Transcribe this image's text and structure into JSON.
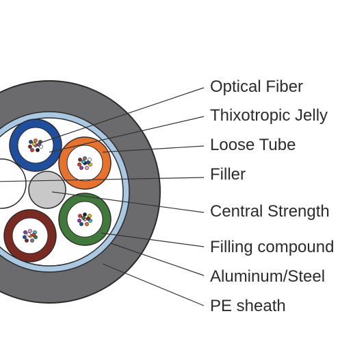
{
  "colors": {
    "sheath": "#6b6b6d",
    "steel_tape": "#a9c9e2",
    "core_bg": "#ffffff",
    "outline": "#2a2a2a",
    "tube_blue": "#1f4e9c",
    "tube_orange": "#e8712b",
    "tube_green": "#3f7a3a",
    "tube_brown": "#7b2a22",
    "filler": "#c8c8c8",
    "leader": "#333333"
  },
  "labels": [
    "Optical Fiber",
    "Thixotropic Jelly",
    "Loose Tube",
    "Filler",
    "Central Strength",
    "Filling compound",
    "Aluminum/Steel",
    "PE sheath"
  ],
  "components": {
    "tubes": [
      "tube_blue",
      "tube_orange",
      "tube_green",
      "tube_brown"
    ]
  }
}
